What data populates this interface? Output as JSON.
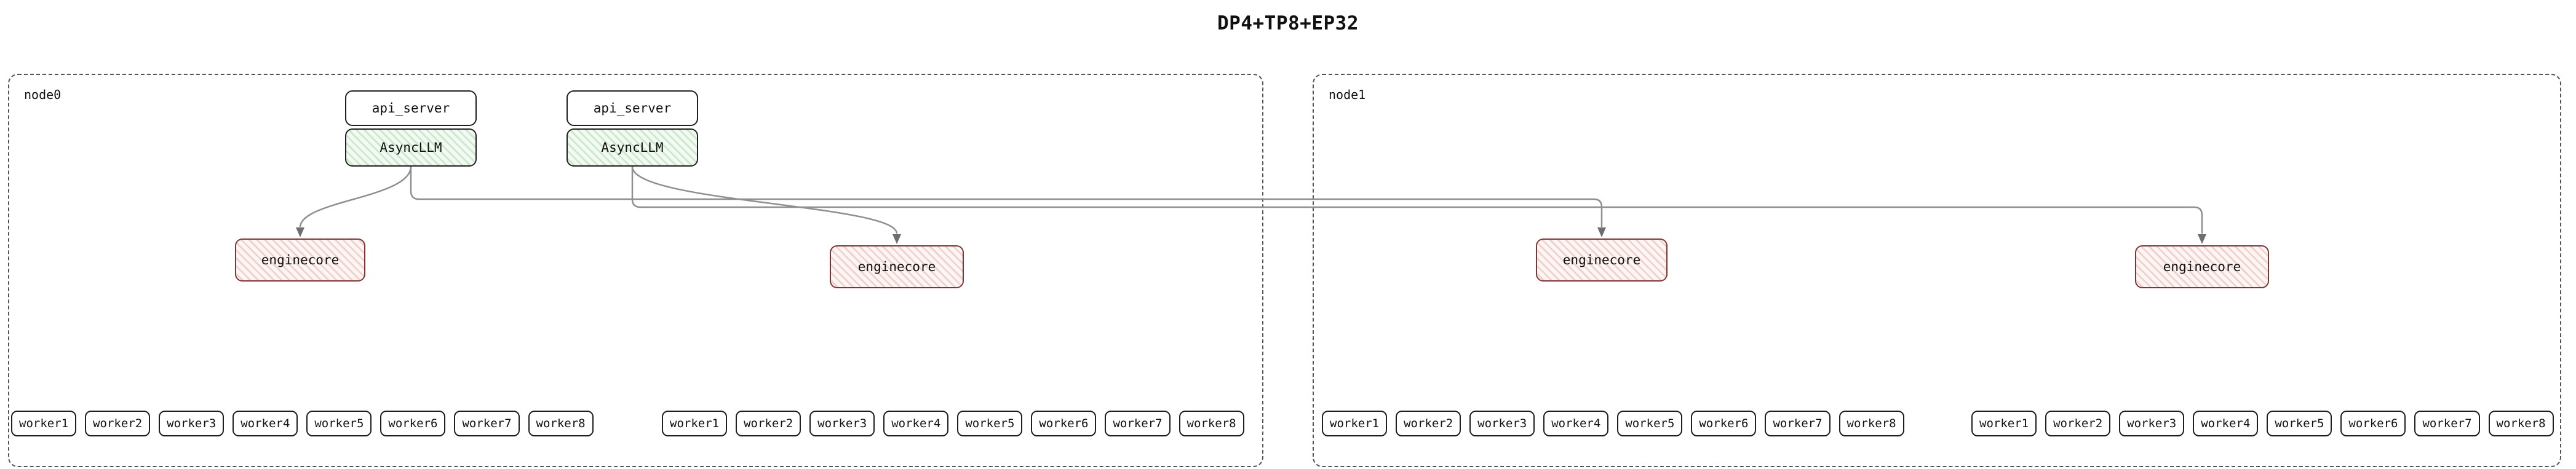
{
  "title": "DP4+TP8+EP32",
  "clusters": [
    {
      "label": "node0",
      "stacks": [
        {
          "api_server": "api_server",
          "asyncllm": "AsyncLLM"
        },
        {
          "api_server": "api_server",
          "asyncllm": "AsyncLLM"
        }
      ],
      "enginecores": [
        "enginecore",
        "enginecore"
      ],
      "worker_groups": [
        [
          "worker1",
          "worker2",
          "worker3",
          "worker4",
          "worker5",
          "worker6",
          "worker7",
          "worker8"
        ],
        [
          "worker1",
          "worker2",
          "worker3",
          "worker4",
          "worker5",
          "worker6",
          "worker7",
          "worker8"
        ]
      ]
    },
    {
      "label": "node1",
      "enginecores": [
        "enginecore",
        "enginecore"
      ],
      "worker_groups": [
        [
          "worker1",
          "worker2",
          "worker3",
          "worker4",
          "worker5",
          "worker6",
          "worker7",
          "worker8"
        ],
        [
          "worker1",
          "worker2",
          "worker3",
          "worker4",
          "worker5",
          "worker6",
          "worker7",
          "worker8"
        ]
      ]
    }
  ],
  "colors": {
    "edge": "#8f8f8f",
    "arrowhead": "#6e6e6e",
    "asyncllm_fill": "#f3faf3",
    "asyncllm_stripe": "#cde8cd",
    "enginecore_fill": "#fdf6f5",
    "enginecore_stripe": "#f0d3cf",
    "enginecore_border": "#7f3535",
    "box_border": "#1f1f1f",
    "cluster_border": "#555555"
  }
}
